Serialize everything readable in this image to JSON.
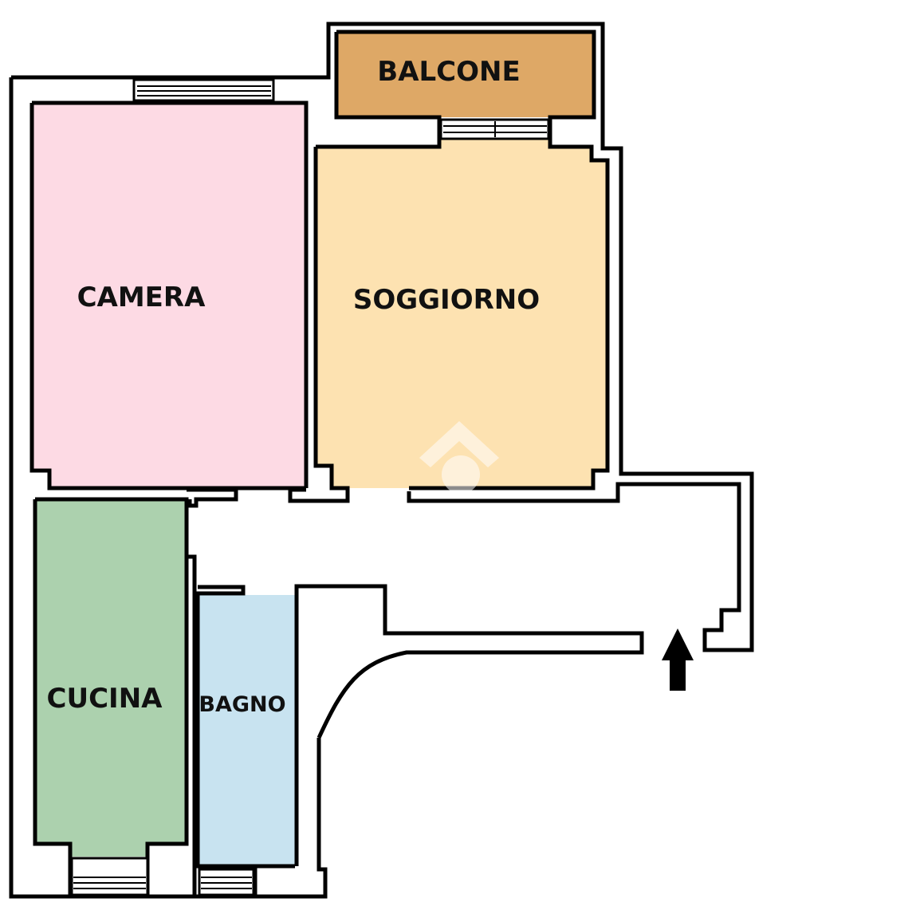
{
  "rooms": {
    "balcone": {
      "label": "BALCONE",
      "color": "#DEA866"
    },
    "camera": {
      "label": "CAMERA",
      "color": "#FDDAE4"
    },
    "soggiorno": {
      "label": "SOGGIORNO",
      "color": "#FDE2B1"
    },
    "cucina": {
      "label": "CUCINA",
      "color": "#ACD1AE"
    },
    "bagno": {
      "label": "BAGNO",
      "color": "#C8E3F0"
    }
  },
  "entrance_arrow": {
    "direction": "up",
    "icon": "entrance-arrow-icon"
  },
  "watermark": {
    "icon": "house-logo-watermark"
  }
}
